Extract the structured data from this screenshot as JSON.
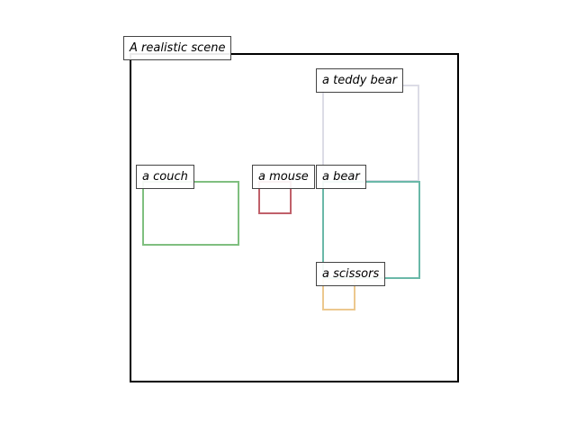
{
  "scene": {
    "label": "A realistic scene",
    "border_color": "#000000"
  },
  "objects": [
    {
      "label": "a teddy bear",
      "color": "#dcdce6"
    },
    {
      "label": "a couch",
      "color": "#7fbf7f"
    },
    {
      "label": "a mouse",
      "color": "#c0606a"
    },
    {
      "label": "a bear",
      "color": "#6ab8a8"
    },
    {
      "label": "a scissors",
      "color": "#ecc88e"
    }
  ]
}
